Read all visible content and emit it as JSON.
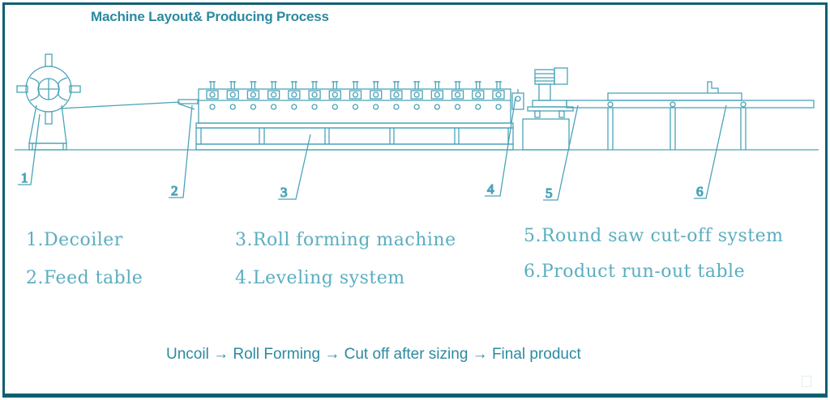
{
  "title": "Machine Layout& Producing Process",
  "callouts": [
    "1",
    "2",
    "3",
    "4",
    "5",
    "6"
  ],
  "legend": [
    {
      "number": "1.",
      "label": "Decoiler"
    },
    {
      "number": "2.",
      "label": "Feed table"
    },
    {
      "number": "3.",
      "label": "Roll forming machine"
    },
    {
      "number": "4.",
      "label": "Leveling system"
    },
    {
      "number": "5.",
      "label": "Round saw cut-off system"
    },
    {
      "number": "6.",
      "label": "Product run-out table"
    }
  ],
  "legend_text": {
    "item1": "1.Decoiler",
    "item2": "2.Feed table",
    "item3": "3.Roll forming machine",
    "item4": "4.Leveling system",
    "item5": "5.Round saw cut-off system",
    "item6": "6.Product run-out table"
  },
  "process_flow": {
    "steps": [
      "Uncoil",
      "Roll Forming",
      "Cut off after sizing",
      "Final product"
    ],
    "arrow": "→",
    "text": "Uncoil → Roll Forming → Cut off after sizing → Final product"
  },
  "colors": {
    "frame": "#0f5f72",
    "title": "#2b8aa0",
    "drawing_line": "#4aa3b8",
    "legend_text": "#5aaec0"
  },
  "roll_stations": 15
}
